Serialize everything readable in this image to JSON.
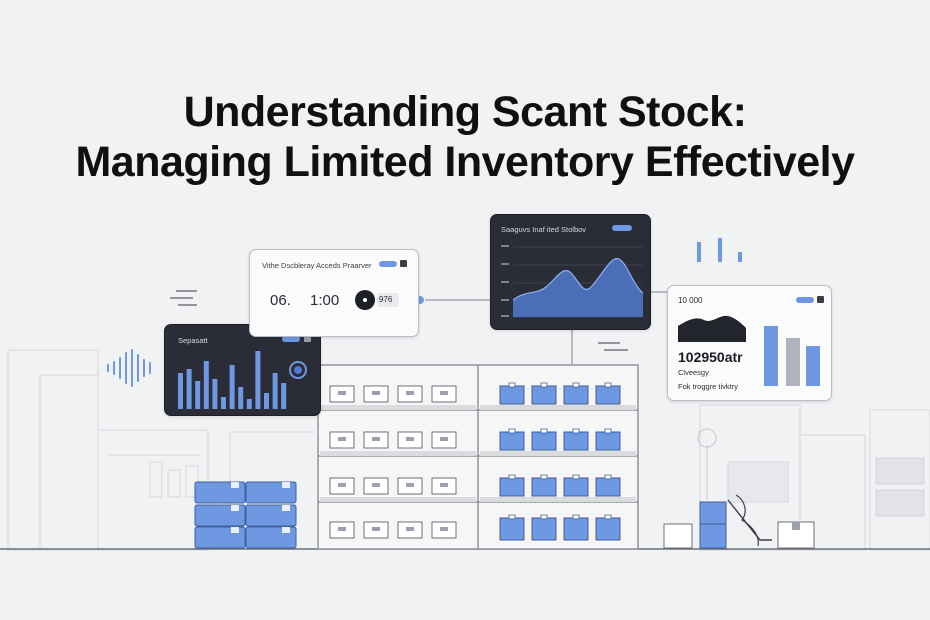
{
  "headline": {
    "line1": "Understanding Scant Stock:",
    "line2": "Managing Limited Inventory Effectively"
  },
  "cards": {
    "left_dark": {
      "title": "Sepasatt",
      "pill": ""
    },
    "top_middle": {
      "title": "Vithe Dscbleray Acceds Praarver",
      "pill": "",
      "reading_a": "06.",
      "reading_b": "1:00",
      "dial_label": "",
      "small_value": "976"
    },
    "center_dark": {
      "title": "Saaguvs Inaf ited Stolbov",
      "pill": ""
    },
    "right": {
      "header_value": "10 000",
      "big_value": "102950atr",
      "sub_label": "Clveesgy",
      "footer_label": "Fok troggre tivktry",
      "pill": ""
    }
  },
  "colors": {
    "accent": "#6f98e2",
    "accent_dark": "#4d79cf",
    "ink": "#101010",
    "dark_panel": "#2a2d37",
    "line": "#b9bcc4"
  },
  "icons": [
    "sound-wave-icon",
    "stack-lines-icon",
    "lightbulb-icon"
  ]
}
